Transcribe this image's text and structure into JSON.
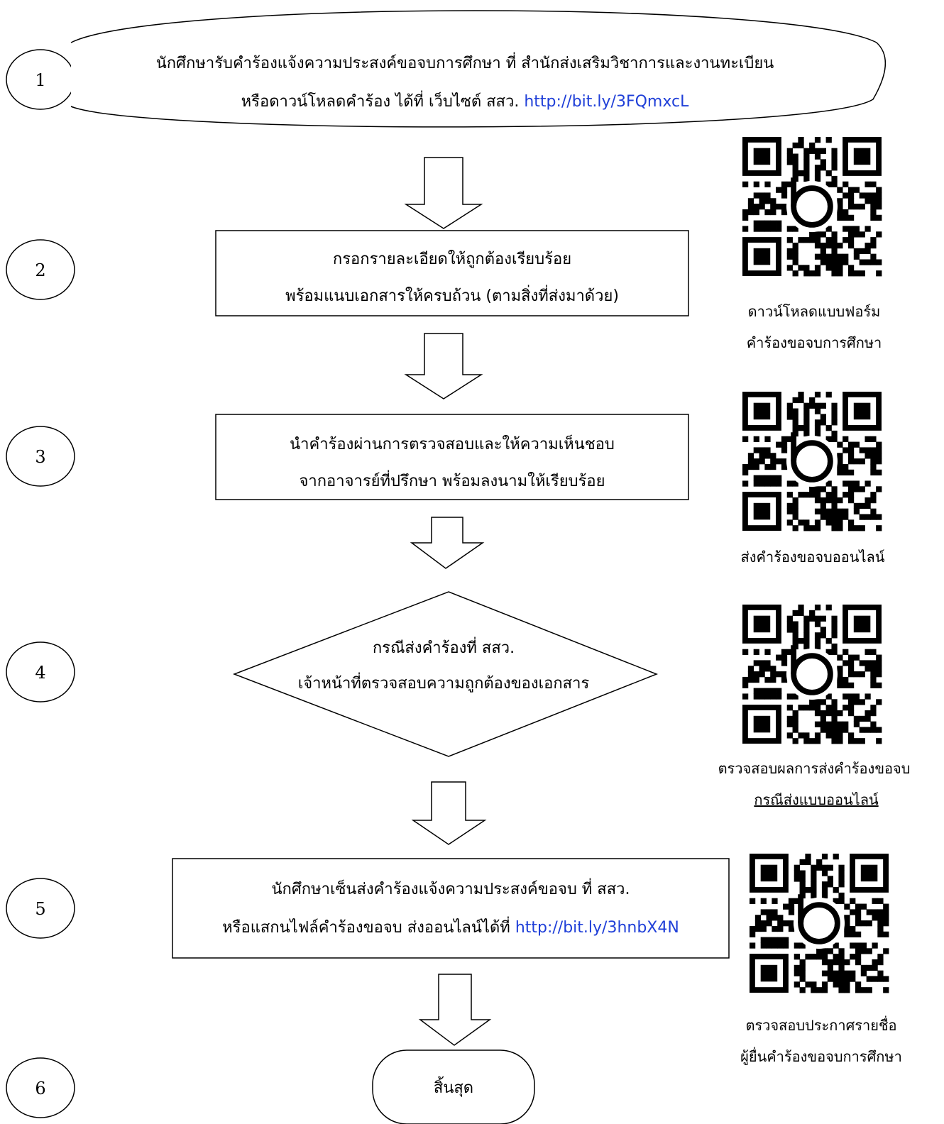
{
  "steps": [
    {
      "number": "1",
      "line1": "นักศึกษารับคำร้องแจ้งความประสงค์ขอจบการศึกษา ที่ สำนักส่งเสริมวิชาการและงานทะเบียน",
      "line2_text": "หรือดาวน์โหลดคำร้อง ได้ที่ เว็บไซต์ สสว. ",
      "line2_link": "http://bit.ly/3FQmxcL"
    },
    {
      "number": "2",
      "line1": "กรอกรายละเอียดให้ถูกต้องเรียบร้อย",
      "line2": "พร้อมแนบเอกสารให้ครบถ้วน (ตามสิ่งที่ส่งมาด้วย)"
    },
    {
      "number": "3",
      "line1": "นำคำร้องผ่านการตรวจสอบและให้ความเห็นชอบ",
      "line2": "จากอาจารย์ที่ปรึกษา พร้อมลงนามให้เรียบร้อย"
    },
    {
      "number": "4",
      "line1": "กรณีส่งคำร้องที่ สสว.",
      "line2": "เจ้าหน้าที่ตรวจสอบความถูกต้องของเอกสาร"
    },
    {
      "number": "5",
      "line1": "นักศึกษาเซ็นส่งคำร้องแจ้งความประสงค์ขอจบ ที่ สสว.",
      "line2_text": "หรือแสกนไฟล์คำร้องขอจบ ส่งออนไลน์ได้ที่ ",
      "line2_link": "http://bit.ly/3hnbX4N"
    },
    {
      "number": "6",
      "label": "สิ้นสุด"
    }
  ],
  "qr_codes": [
    {
      "icon": "qr-code-bitly-icon",
      "caption1": "ดาวน์โหลดแบบฟอร์ม",
      "caption2": "คำร้องขอจบการศึกษา"
    },
    {
      "icon": "qr-code-bitly-icon",
      "caption1": "ส่งคำร้องขอจบออนไลน์"
    },
    {
      "icon": "qr-code-bitly-icon",
      "caption1": "ตรวจสอบผลการส่งคำร้องขอจบ",
      "caption2": "กรณีส่งแบบออนไลน์",
      "caption2_underline": true
    },
    {
      "icon": "qr-code-bitly-icon",
      "caption1": "ตรวจสอบประกาศรายชื่อ",
      "caption2": "ผู้ยื่นคำร้องขอจบการศึกษา"
    }
  ],
  "colors": {
    "link": "#1f3fd8",
    "stroke": "#000000"
  }
}
